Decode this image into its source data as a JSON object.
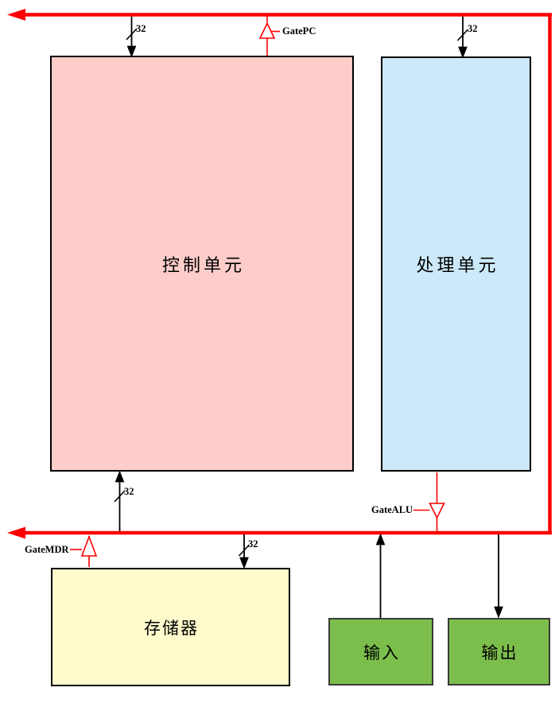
{
  "diagram": {
    "bus_width_label": "32",
    "boxes": {
      "control_unit": {
        "label": "控制单元",
        "fill": "#fdcdca"
      },
      "processing_unit": {
        "label": "处理单元",
        "fill": "#cce9fa"
      },
      "memory": {
        "label": "存储器",
        "fill": "#fffbcc"
      },
      "input": {
        "label": "输入",
        "fill": "#7cbe4c"
      },
      "output": {
        "label": "输出",
        "fill": "#7cbe4c"
      }
    },
    "gates": {
      "gate_pc": "GatePC",
      "gate_alu": "GateALU",
      "gate_mdr": "GateMDR"
    },
    "colors": {
      "bus": "#ff0000",
      "wire": "#000000",
      "box_border": "#000000",
      "io_border": "#3a3a3a"
    }
  }
}
